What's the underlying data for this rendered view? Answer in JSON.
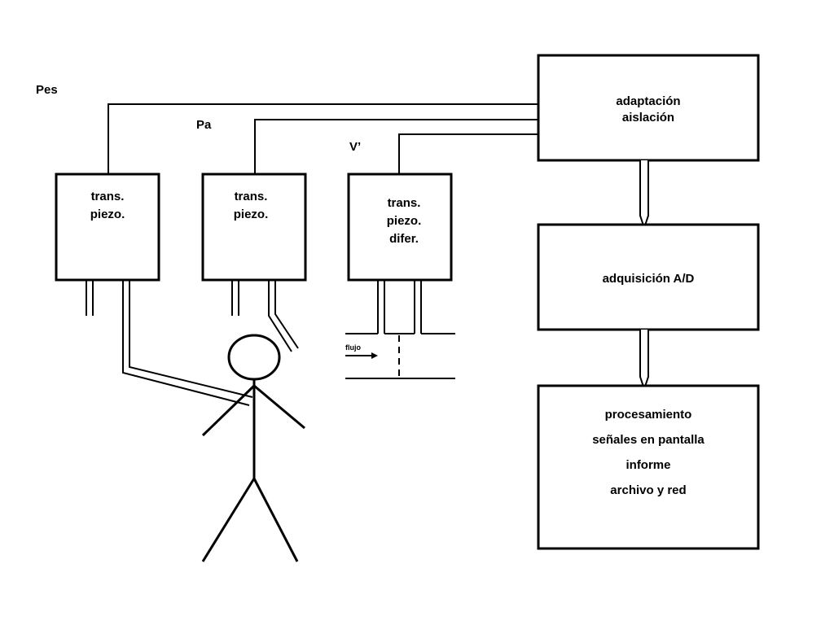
{
  "signals": {
    "pes": "Pes",
    "pa": "Pa",
    "vflow": "V’"
  },
  "transducers": {
    "pes": {
      "line1": "trans.",
      "line2": "piezo."
    },
    "pa": {
      "line1": "trans.",
      "line2": "piezo."
    },
    "flow": {
      "line1": "trans.",
      "line2": "piezo.",
      "line3": "difer."
    }
  },
  "flow_label": "flujo",
  "blocks": {
    "adaptation": {
      "line1": "adaptación",
      "line2": "aislación"
    },
    "acquisition": {
      "line1": "adquisición A/D"
    },
    "processing": {
      "line1": "procesamiento",
      "line2": "señales en pantalla",
      "line3": "informe",
      "line4": "archivo y red"
    }
  },
  "colors": {
    "stroke": "#000000",
    "background": "#ffffff"
  }
}
